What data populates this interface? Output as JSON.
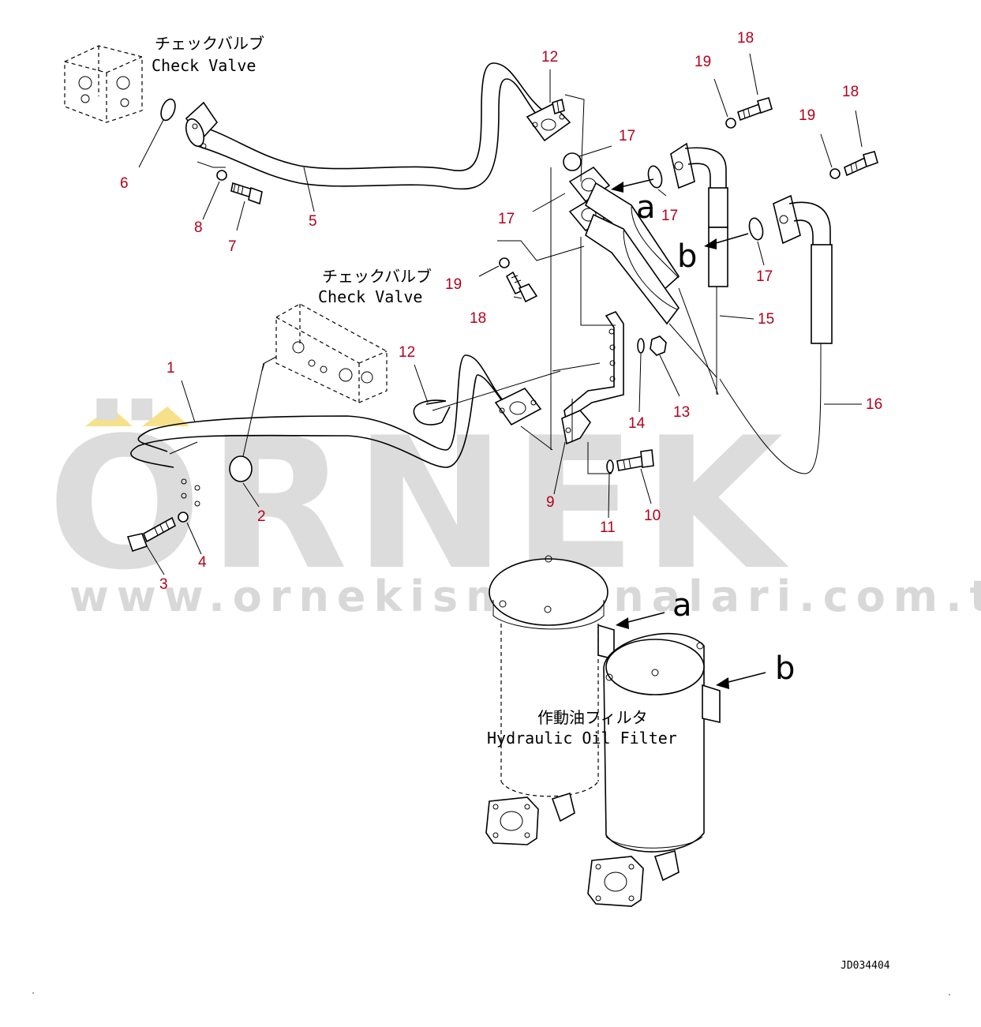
{
  "watermark": {
    "brand": "ÖRNEK",
    "url": "www.ornekismakinalari.com.tr"
  },
  "labels": {
    "check_valve_top_jp": "チェックバルブ",
    "check_valve_top_en": "Check Valve",
    "check_valve_mid_jp": "チェックバルブ",
    "check_valve_mid_en": "Check Valve",
    "filter_jp": "作動油フィルタ",
    "filter_en": "Hydraulic Oil Filter",
    "drawing_code": "JD034404"
  },
  "refs": {
    "a_top": "a",
    "b_top": "b",
    "a_bottom": "a",
    "b_bottom": "b"
  },
  "callouts": [
    {
      "id": "c1",
      "text": "1"
    },
    {
      "id": "c2",
      "text": "2"
    },
    {
      "id": "c3",
      "text": "3"
    },
    {
      "id": "c4",
      "text": "4"
    },
    {
      "id": "c5",
      "text": "5"
    },
    {
      "id": "c6",
      "text": "6"
    },
    {
      "id": "c7",
      "text": "7"
    },
    {
      "id": "c8",
      "text": "8"
    },
    {
      "id": "c9",
      "text": "9"
    },
    {
      "id": "c10",
      "text": "10"
    },
    {
      "id": "c11",
      "text": "11"
    },
    {
      "id": "c12a",
      "text": "12"
    },
    {
      "id": "c12b",
      "text": "12"
    },
    {
      "id": "c13",
      "text": "13"
    },
    {
      "id": "c14",
      "text": "14"
    },
    {
      "id": "c15",
      "text": "15"
    },
    {
      "id": "c16",
      "text": "16"
    },
    {
      "id": "c17a",
      "text": "17"
    },
    {
      "id": "c17b",
      "text": "17"
    },
    {
      "id": "c17c",
      "text": "17"
    },
    {
      "id": "c17d",
      "text": "17"
    },
    {
      "id": "c18a",
      "text": "18"
    },
    {
      "id": "c18b",
      "text": "18"
    },
    {
      "id": "c18c",
      "text": "18"
    },
    {
      "id": "c19a",
      "text": "19"
    },
    {
      "id": "c19b",
      "text": "19"
    },
    {
      "id": "c19c",
      "text": "19"
    }
  ],
  "colors": {
    "callout": "#b4001c",
    "watermark": "#dcdcdc",
    "accent_yellow": "#f7e08a"
  }
}
